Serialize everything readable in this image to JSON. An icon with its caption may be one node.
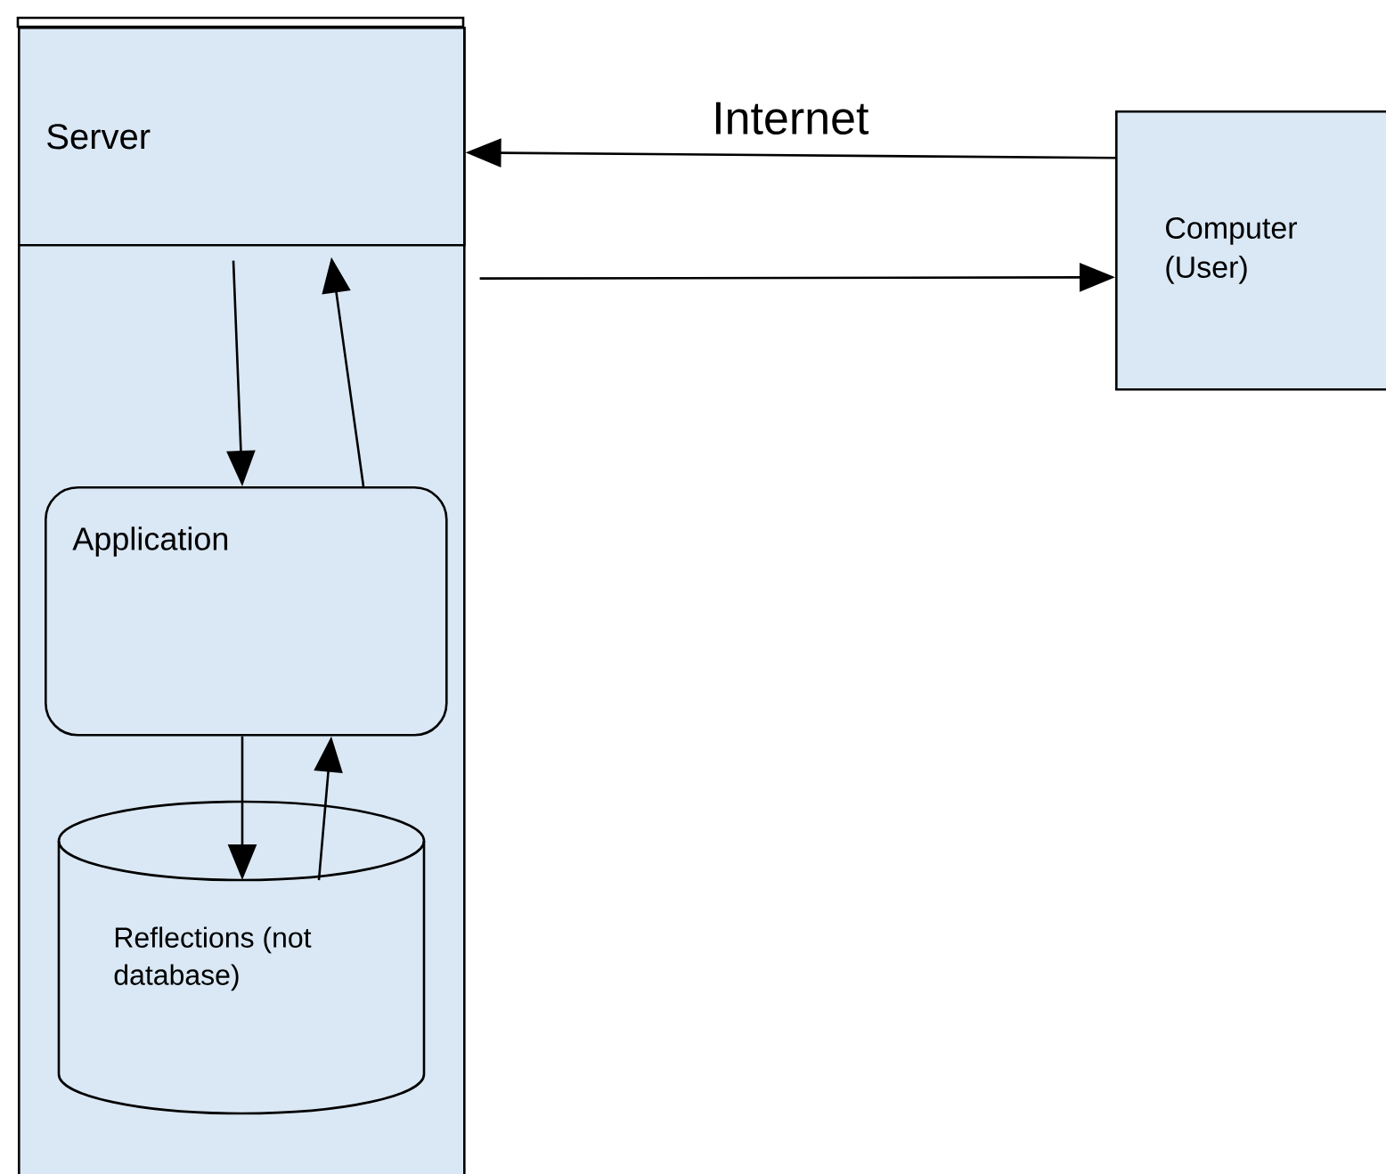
{
  "diagram": {
    "nodes": [
      {
        "text": [],
        "shape": "box"
      },
      {
        "text": [
          "Server"
        ],
        "in": 0
      },
      {
        "text": [
          "Computer (User)"
        ]
      },
      {
        "text": [
          "Application"
        ],
        "in": 0
      },
      {
        "text": [
          "Reflections (not database)"
        ],
        "in": 0
      }
    ],
    "edges": [
      {
        "from": 2,
        "to": 1,
        "arrow": "to",
        "label": "Internet"
      },
      {
        "from": 1,
        "to": 2,
        "arrow": "to"
      },
      {
        "from": 1,
        "to": 3,
        "arrow": "to"
      },
      {
        "from": 3,
        "to": 1,
        "arrow": "to"
      },
      {
        "from": 3,
        "to": 4,
        "arrow": "to"
      },
      {
        "from": 4,
        "to": 3,
        "arrow": "to"
      }
    ]
  }
}
